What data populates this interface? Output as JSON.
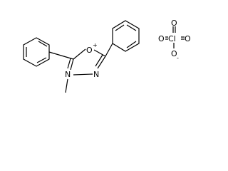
{
  "molecule": {
    "cation": {
      "ring_atoms": {
        "o1": "O",
        "n3": "N",
        "n4": "N"
      },
      "ring_charge": "+",
      "substituents": {
        "methyl": "",
        "phenyl_left": "",
        "phenyl_right": ""
      }
    },
    "anion": {
      "central": "Cl",
      "o_top": "O",
      "o_left": "O",
      "o_right": "O",
      "o_bottom": "O",
      "charge": "-"
    }
  }
}
